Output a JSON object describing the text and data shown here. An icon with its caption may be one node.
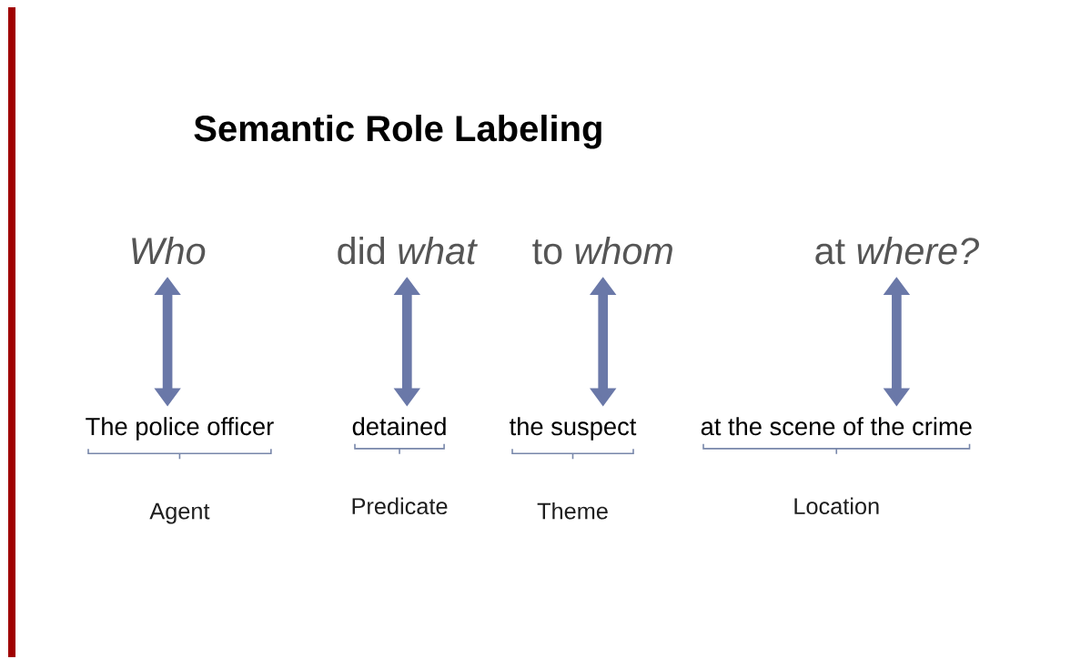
{
  "diagram": {
    "title": "Semantic Role Labeling",
    "nodes": [
      {
        "text": [
          "Who"
        ]
      },
      {
        "text": [
          "did *what*"
        ]
      },
      {
        "text": [
          "to *whom*"
        ]
      },
      {
        "text": [
          "at *where?*"
        ]
      },
      {
        "text": [
          "The police officer"
        ],
        "beside": [
          "Agent"
        ]
      },
      {
        "text": [
          "detained"
        ],
        "beside": [
          "Predicate"
        ]
      },
      {
        "text": [
          "the suspect"
        ],
        "beside": [
          "Theme"
        ]
      },
      {
        "text": [
          "at the scene of the crime"
        ],
        "beside": [
          "Location"
        ]
      }
    ],
    "edges": [
      {
        "from": 0,
        "to": 4,
        "arrow": "both"
      },
      {
        "from": 1,
        "to": 5,
        "arrow": "both"
      },
      {
        "from": 2,
        "to": 6,
        "arrow": "both"
      },
      {
        "from": 3,
        "to": 7,
        "arrow": "both"
      }
    ]
  }
}
